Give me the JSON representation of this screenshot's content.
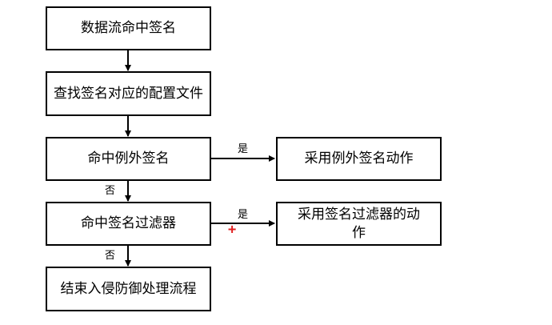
{
  "nodes": {
    "start": "数据流命中签名",
    "find_config": "查找签名对应的配置文件",
    "hit_exception": "命中例外签名",
    "use_exception_action": "采用例外签名动作",
    "hit_filter": "命中签名过滤器",
    "use_filter_action": "采用签名过滤器的动作",
    "end": "结束入侵防御处理流程"
  },
  "edge_labels": {
    "exception_yes": "是",
    "exception_no": "否",
    "filter_yes": "是",
    "filter_no": "否"
  },
  "colors": {
    "line": "#000000",
    "cursor_mark": "#e02020"
  },
  "cursor_glyph": "+"
}
